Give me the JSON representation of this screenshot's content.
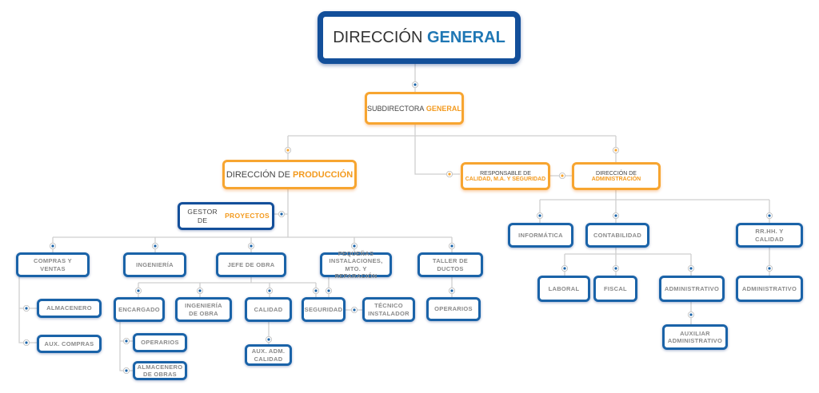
{
  "top": {
    "text": "DIRECCIÓN ",
    "highlight": "GENERAL"
  },
  "subdirectora": {
    "text": "SUBDIRECTORA ",
    "highlight": "GENERAL"
  },
  "produccion": {
    "text": "DIRECCIÓN DE ",
    "highlight": "PRODUCCIÓN"
  },
  "responsable": {
    "text": "RESPONSABLE DE",
    "highlight": "CALIDAD, M.A. Y SEGURIDAD"
  },
  "administracion": {
    "text": "DIRECCIÓN DE",
    "highlight": "ADMINISTRACIÓN"
  },
  "gestor": {
    "text": "GESTOR DE ",
    "highlight": "PROYECTOS"
  },
  "nodes": {
    "compras_ventas": "COMPRAS Y VENTAS",
    "ingenieria": "INGENIERÍA",
    "jefe_obra": "JEFE DE OBRA",
    "pequenas": "PEQUEÑAS INSTALACIONES, MTO. Y REPARACIÓN",
    "taller_ductos": "TALLER DE DUCTOS",
    "almacenero": "ALMACENERO",
    "aux_compras": "AUX. COMPRAS",
    "encargado": "ENCARGADO",
    "ingenieria_obra": "INGENIERÍA DE OBRA",
    "calidad": "CALIDAD",
    "seguridad": "SEGURIDAD",
    "tecnico": "TÉCNICO INSTALADOR",
    "operarios_enc": "OPERARIOS",
    "almacenero_obras": "ALMACENERO DE OBRAS",
    "aux_adm_calidad": "AUX. ADM. CALIDAD",
    "operarios_taller": "OPERARIOS",
    "informatica": "INFORMÁTICA",
    "contabilidad": "CONTABILIDAD",
    "rrhh": "RR.HH. Y CALIDAD",
    "laboral": "LABORAL",
    "fiscal": "FISCAL",
    "administrativo_cont": "ADMINISTRATIVO",
    "auxiliar_admin": "AUXILIAR ADMINISTRATIVO",
    "administrativo_rrhh": "ADMINISTRATIVO"
  },
  "colors": {
    "blue": "#1a63a8",
    "orange": "#f7a530",
    "line": "#cfcfcf"
  }
}
